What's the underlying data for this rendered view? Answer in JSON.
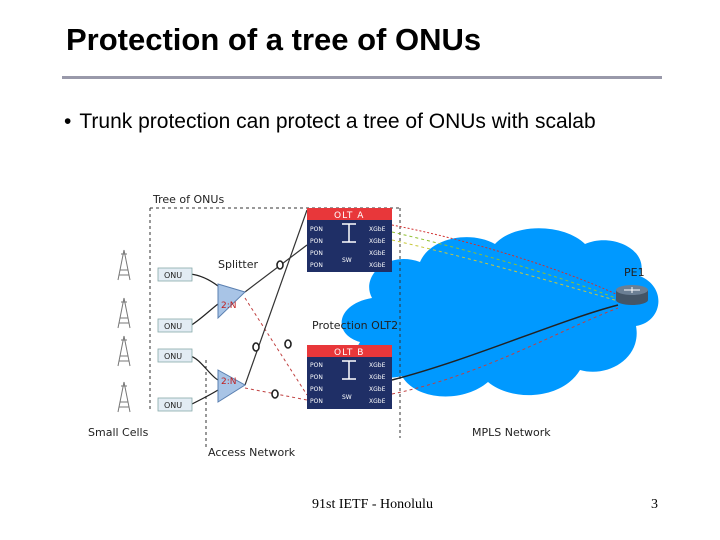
{
  "slide": {
    "title": "Protection of a tree of ONUs",
    "bullet": "Trunk protection can protect a tree of ONUs with scalab"
  },
  "diagram": {
    "tree_label": "Tree of ONUs",
    "olt_a": "OLT A",
    "olt_b": "OLT B",
    "protection_label": "Protection OLT2",
    "pe_label": "PE1",
    "splitter_label": "Splitter",
    "splitter_ratio": "2:N",
    "onu_label": "ONU",
    "small_cells_label": "Small Cells",
    "mpls_label": "MPLS Network",
    "access_label": "Access Network",
    "pon_label": "PON",
    "xgbe_label": "XGbE",
    "sw_label": "SW"
  },
  "footer": {
    "center": "91st IETF - Honolulu",
    "page": "3"
  },
  "colors": {
    "cloud": "#0099ff",
    "olt_box": "#1f2f66",
    "olt_header": "#e8373a",
    "splitter": "#a8c4e6",
    "onu_box": "#e3ecf4",
    "title_rule": "#9999aa"
  }
}
